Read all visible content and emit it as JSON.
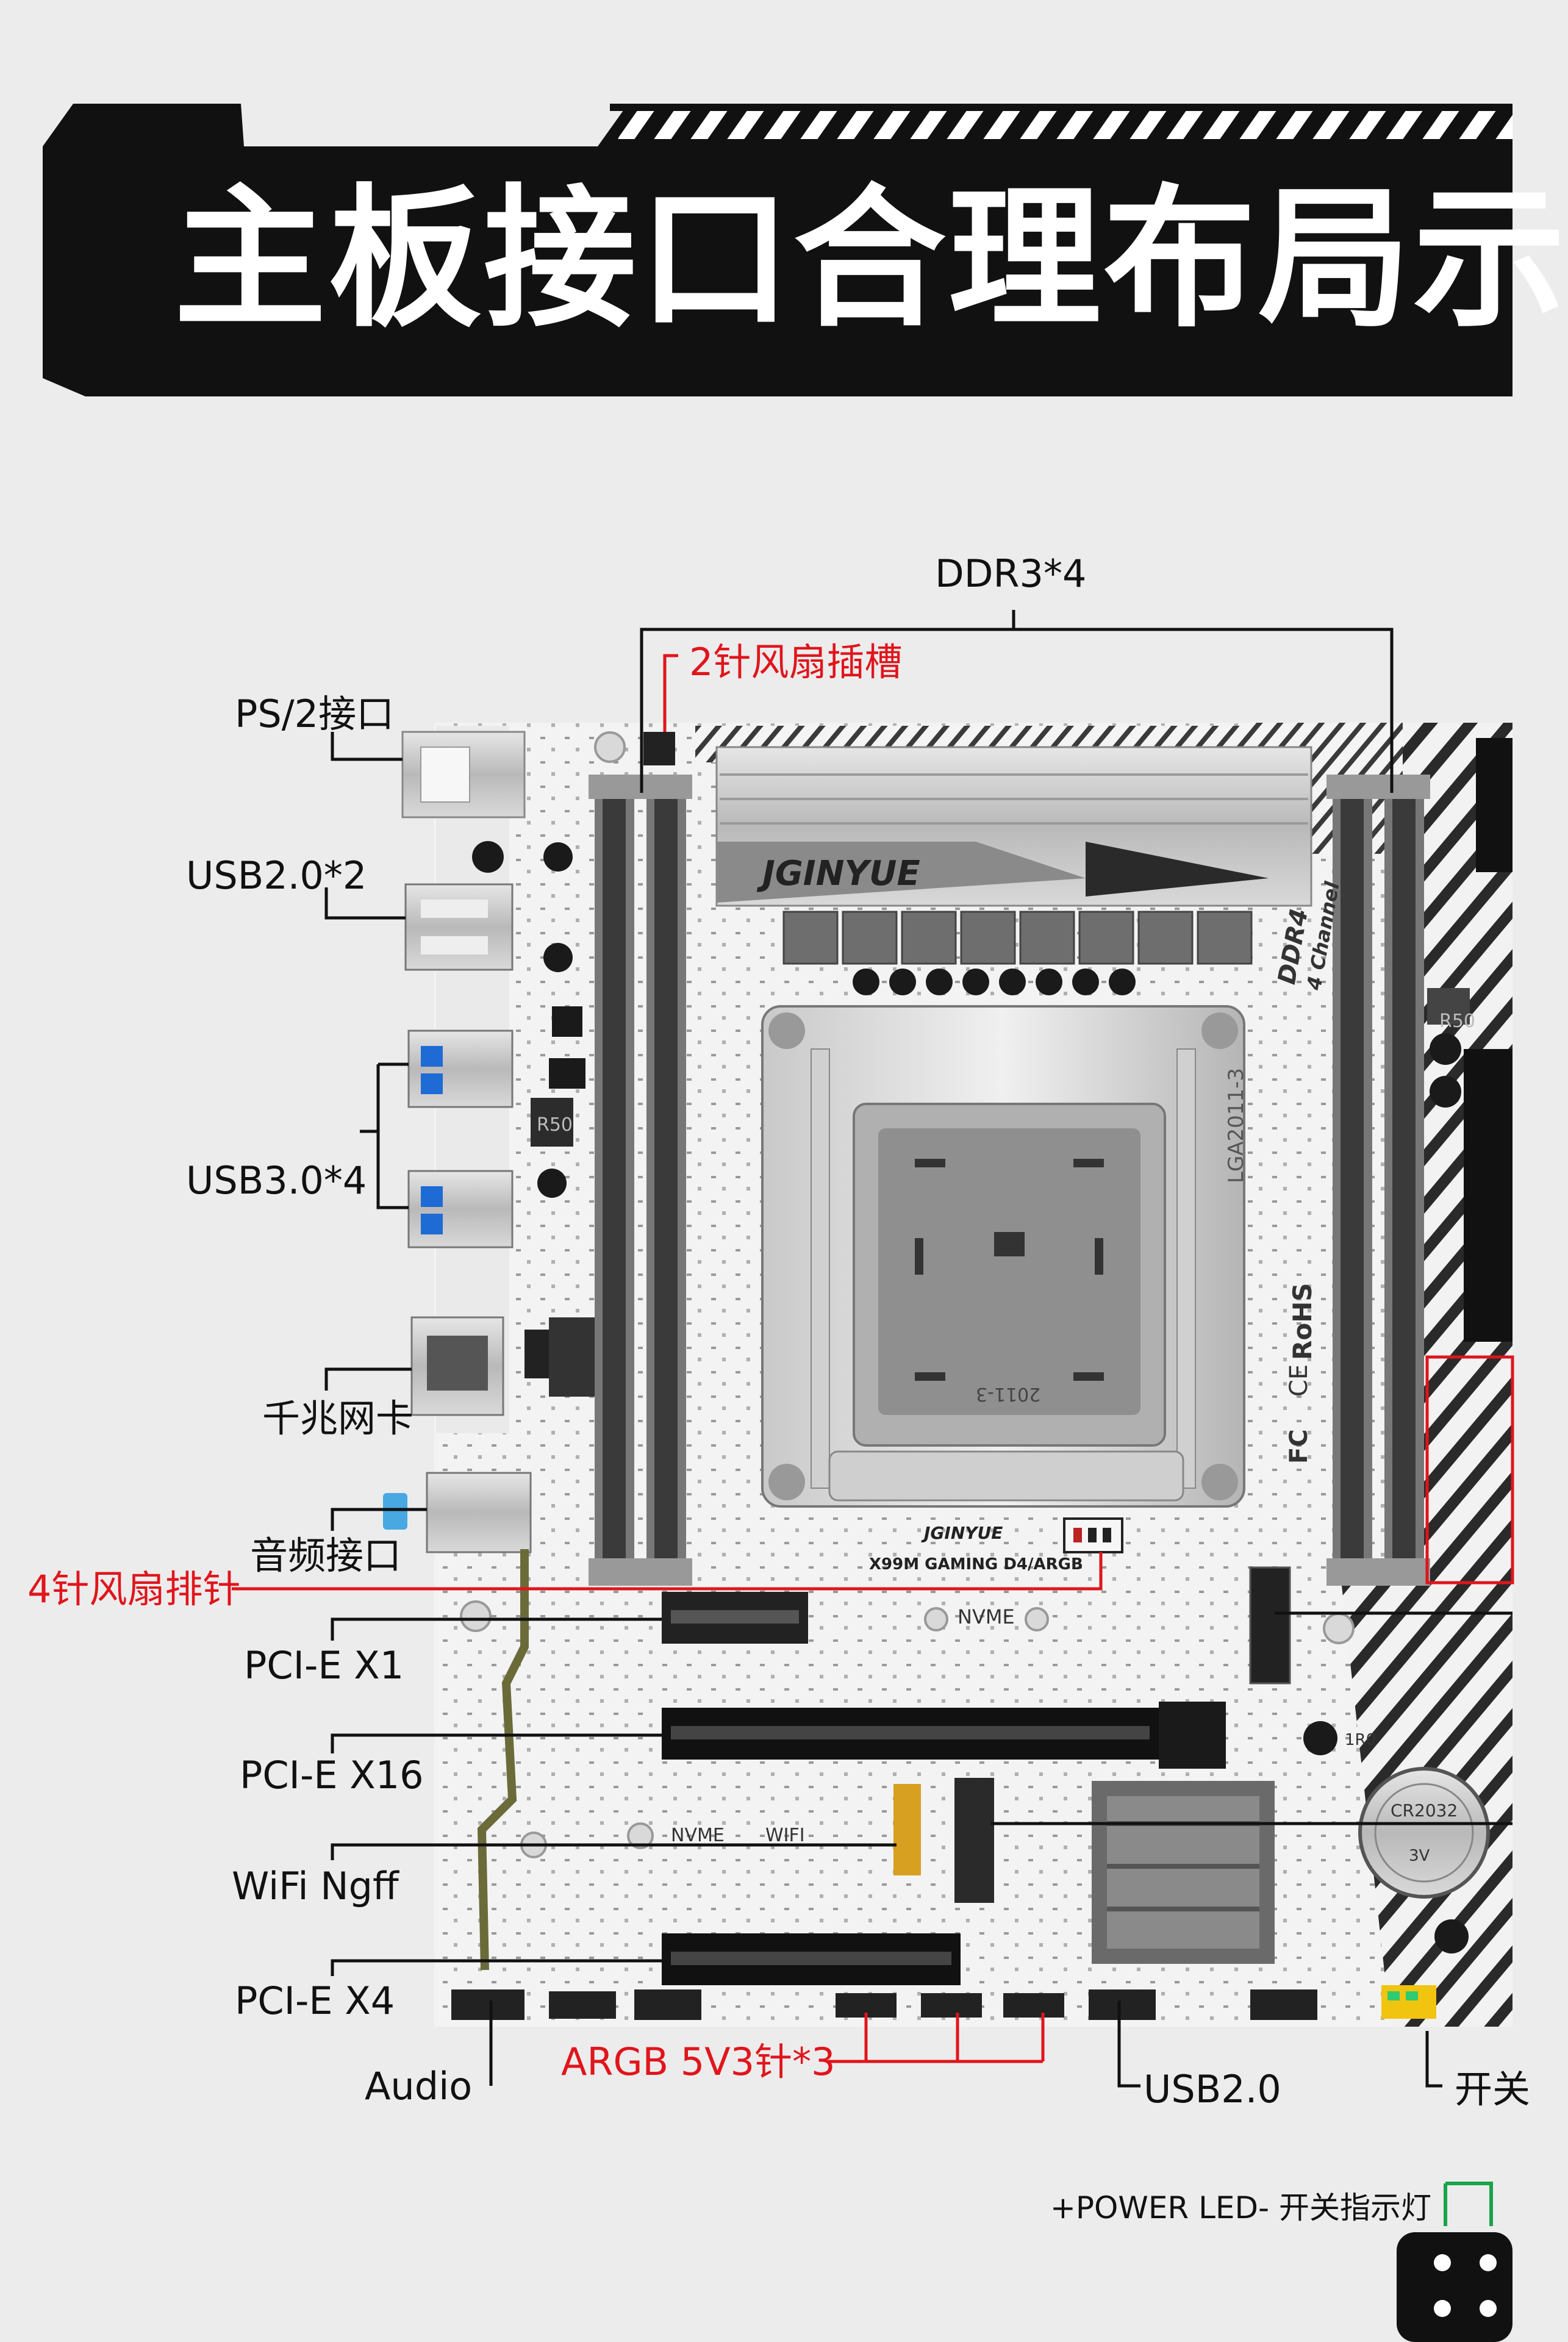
{
  "headline": "主板接口合理布局示",
  "labels": {
    "ddr": "DDR3*4",
    "fan2pin": "2针风扇插槽",
    "ps2": "PS/2接口",
    "usb2x2": "USB2.0*2",
    "usb3x4": "USB3.0*4",
    "lan": "千兆网卡",
    "audio_port": "音频接口",
    "fan4pin": "4针风扇排针",
    "pcie_x1": "PCI-E X1",
    "pcie_x16": "PCI-E X16",
    "wifi": "WiFi Ngff",
    "pcie_x4": "PCI-E X4",
    "audio_header": "Audio",
    "argb": "ARGB 5V3针*3",
    "usb20": "USB2.0",
    "switch": "开关",
    "power_led": "+POWER LED- 开关指示灯"
  },
  "board": {
    "brand": "JGINYUE",
    "model": "X99M GAMING D4/ARGB",
    "socket": "LGA2011-3",
    "socket_cover": "2011-3",
    "ram_label_1": "DDR4",
    "ram_label_2": "4 Channel",
    "nvme": "NVME",
    "wifi_silk": "WIFI",
    "rohs": "RoHS",
    "ce": "CE",
    "fc": "FC",
    "battery": "CR2032",
    "battery_sub": "3V",
    "choke": "R50",
    "choke_small": "1R0"
  },
  "colors": {
    "accent_red": "#e0151c",
    "pcb_white": "#f3f3f3",
    "dark": "#111111",
    "led_green": "#19a34a"
  }
}
